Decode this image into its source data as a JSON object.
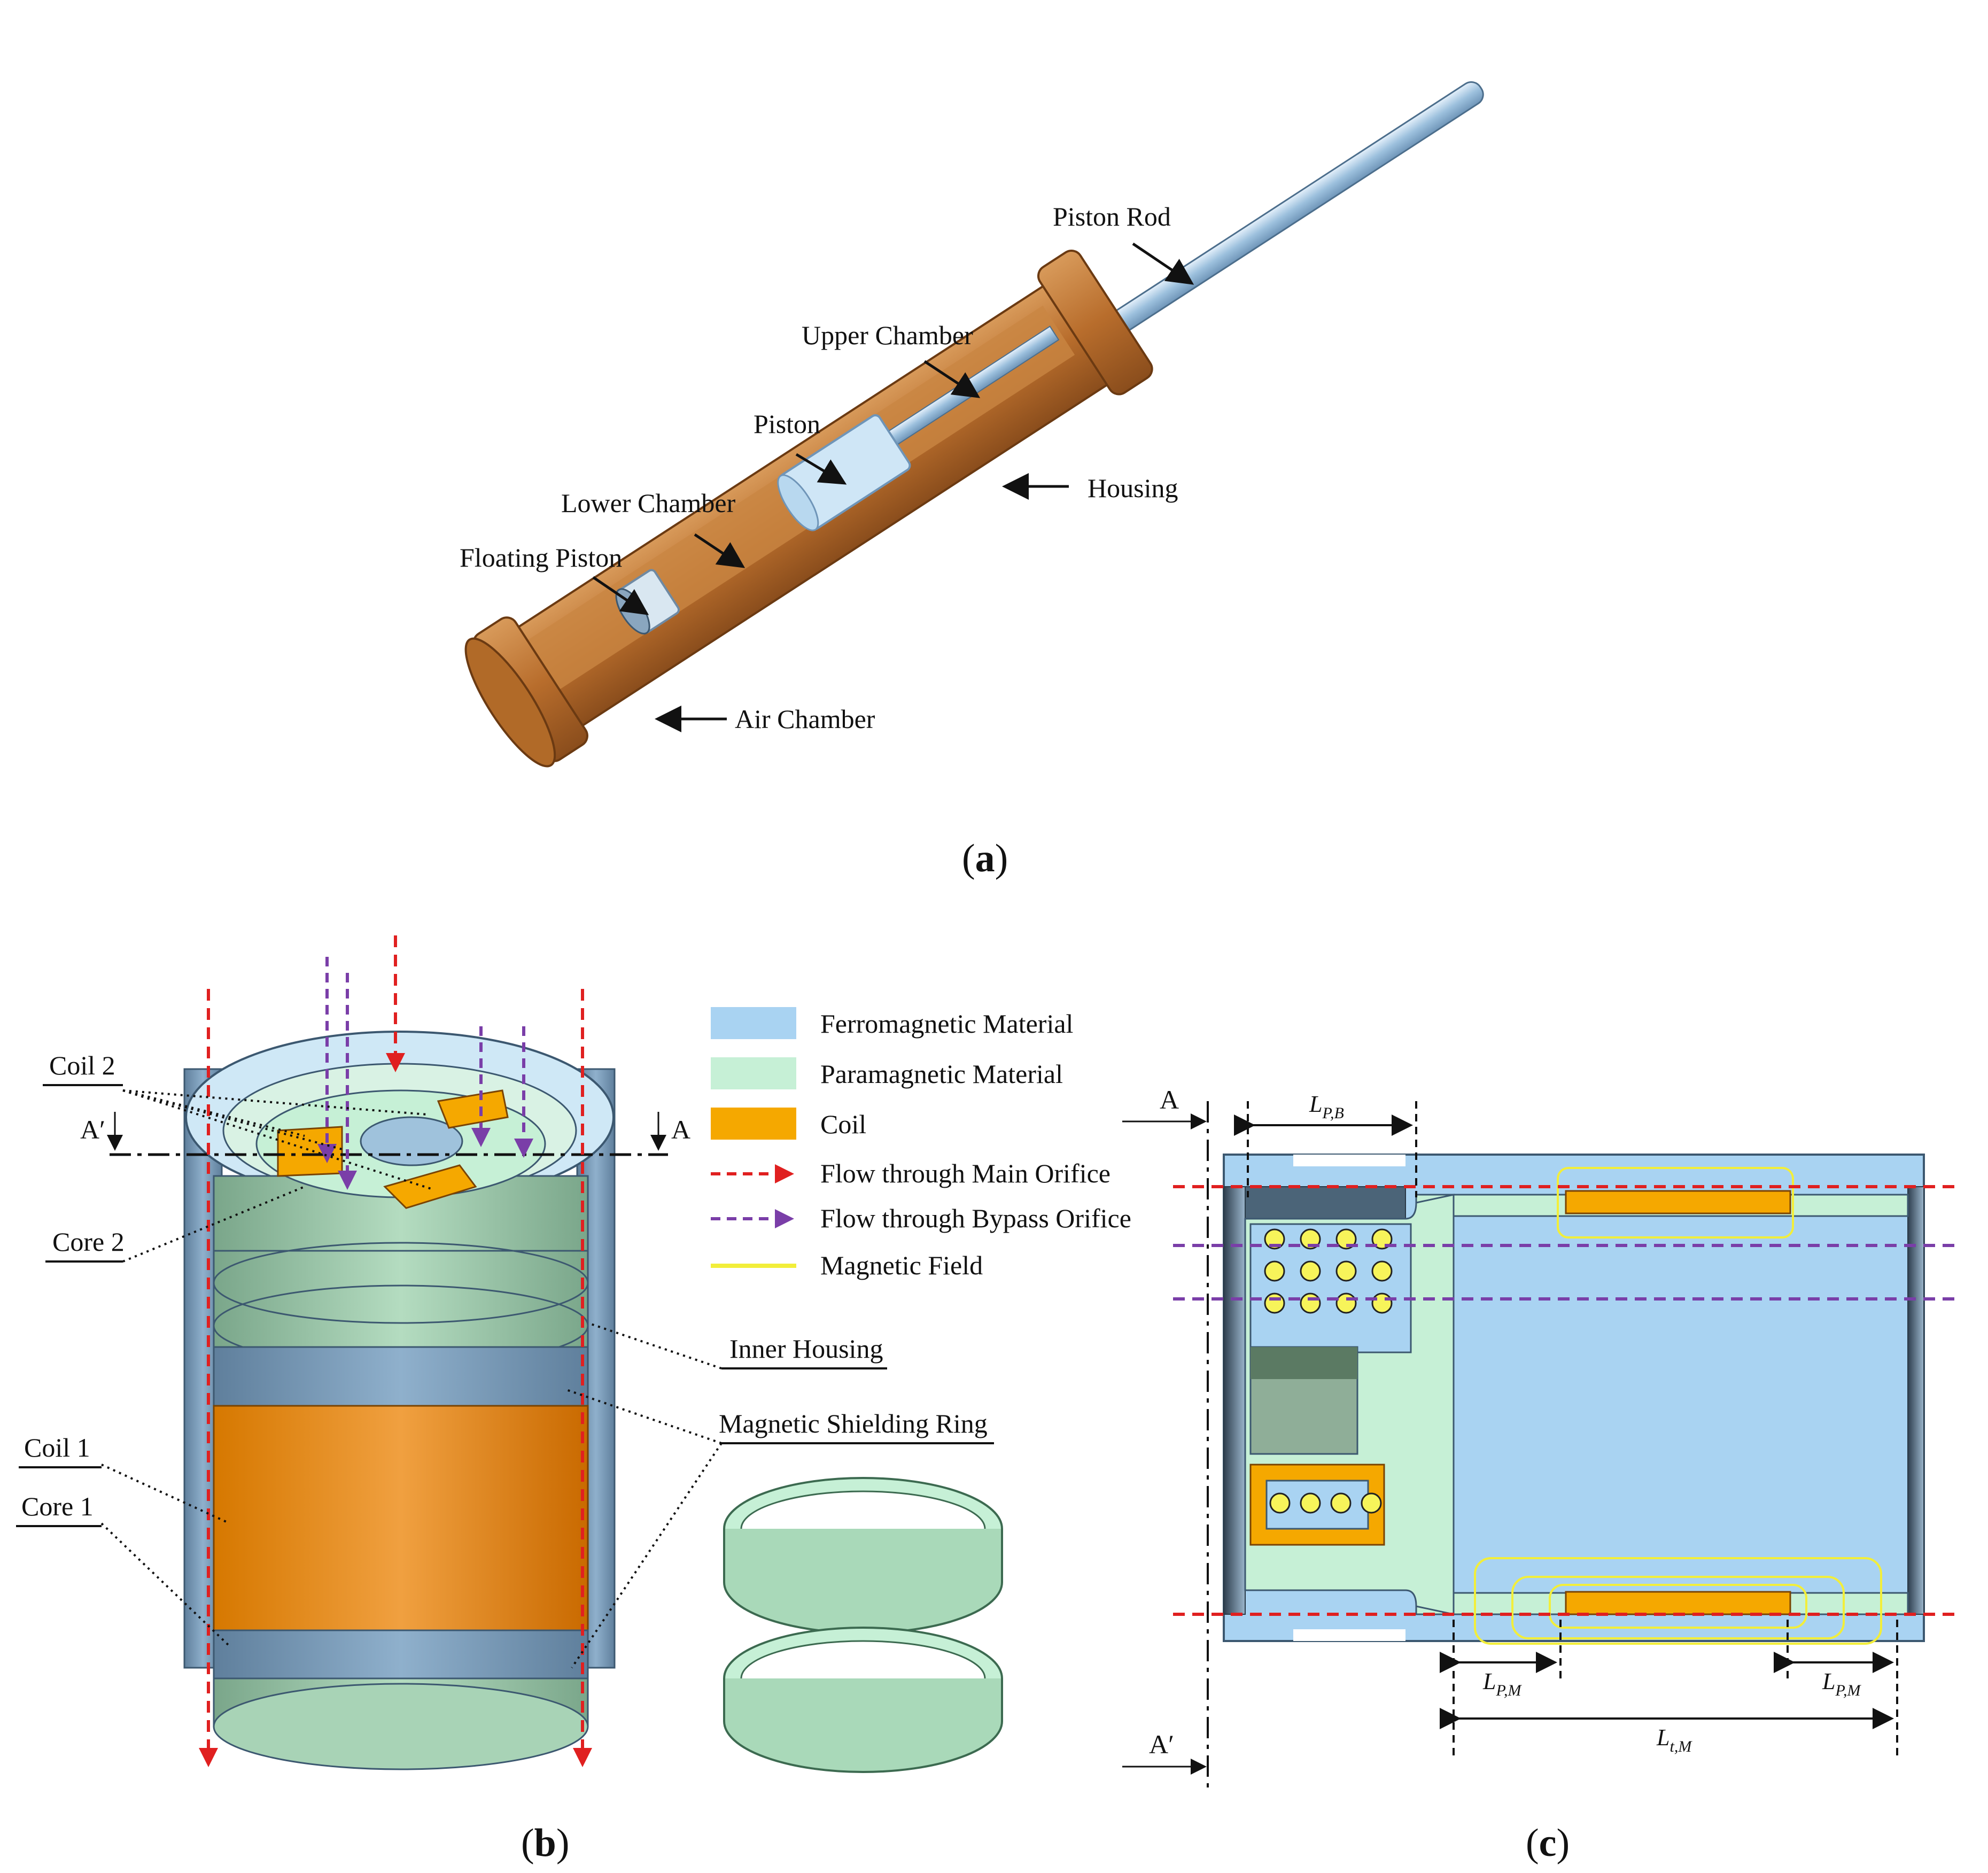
{
  "panel_a": {
    "caption": "(a)",
    "caption_letter": "a",
    "labels": {
      "piston_rod": "Piston Rod",
      "upper_chamber": "Upper Chamber",
      "piston": "Piston",
      "housing": "Housing",
      "lower_chamber": "Lower Chamber",
      "floating_piston": "Floating Piston",
      "air_chamber": "Air Chamber"
    }
  },
  "panel_b": {
    "caption": "(b)",
    "caption_letter": "b",
    "labels": {
      "coil_2": "Coil 2",
      "core_2": "Core 2",
      "coil_1": "Coil 1",
      "core_1": "Core 1",
      "inner_housing": "Inner Housing",
      "magnetic_shielding_ring": "Magnetic Shielding Ring",
      "section_a": "A",
      "section_a_prime": "A′"
    },
    "legend": [
      {
        "label": "Ferromagnetic Material",
        "color": "#a9d3f2"
      },
      {
        "label": "Paramagnetic Material",
        "color": "#c6f0d6"
      },
      {
        "label": "Coil",
        "color": "#f5a800"
      },
      {
        "label": "Flow through Main Orifice",
        "color": "#e02020"
      },
      {
        "label": "Flow through Bypass Orifice",
        "color": "#7a3ea8"
      },
      {
        "label": "Magnetic Field",
        "color": "#f2ee3a"
      }
    ]
  },
  "panel_c": {
    "caption": "(c)",
    "caption_letter": "c",
    "section_a": "A",
    "section_a_prime": "A′",
    "dims": {
      "lpb_main": "L",
      "lpb_sub": "P,B",
      "lpm1_main": "L",
      "lpm1_sub": "P,M",
      "lpm2_main": "L",
      "lpm2_sub": "P,M",
      "ltm_main": "L",
      "ltm_sub": "t,M"
    }
  },
  "colors": {
    "copper": "#c07a3a",
    "ferro": "#a9d3f2",
    "para": "#c6f0d6",
    "coil": "#f5a800",
    "main_flow": "#e02020",
    "bypass_flow": "#7a3ea8",
    "field": "#f2ee3a"
  }
}
